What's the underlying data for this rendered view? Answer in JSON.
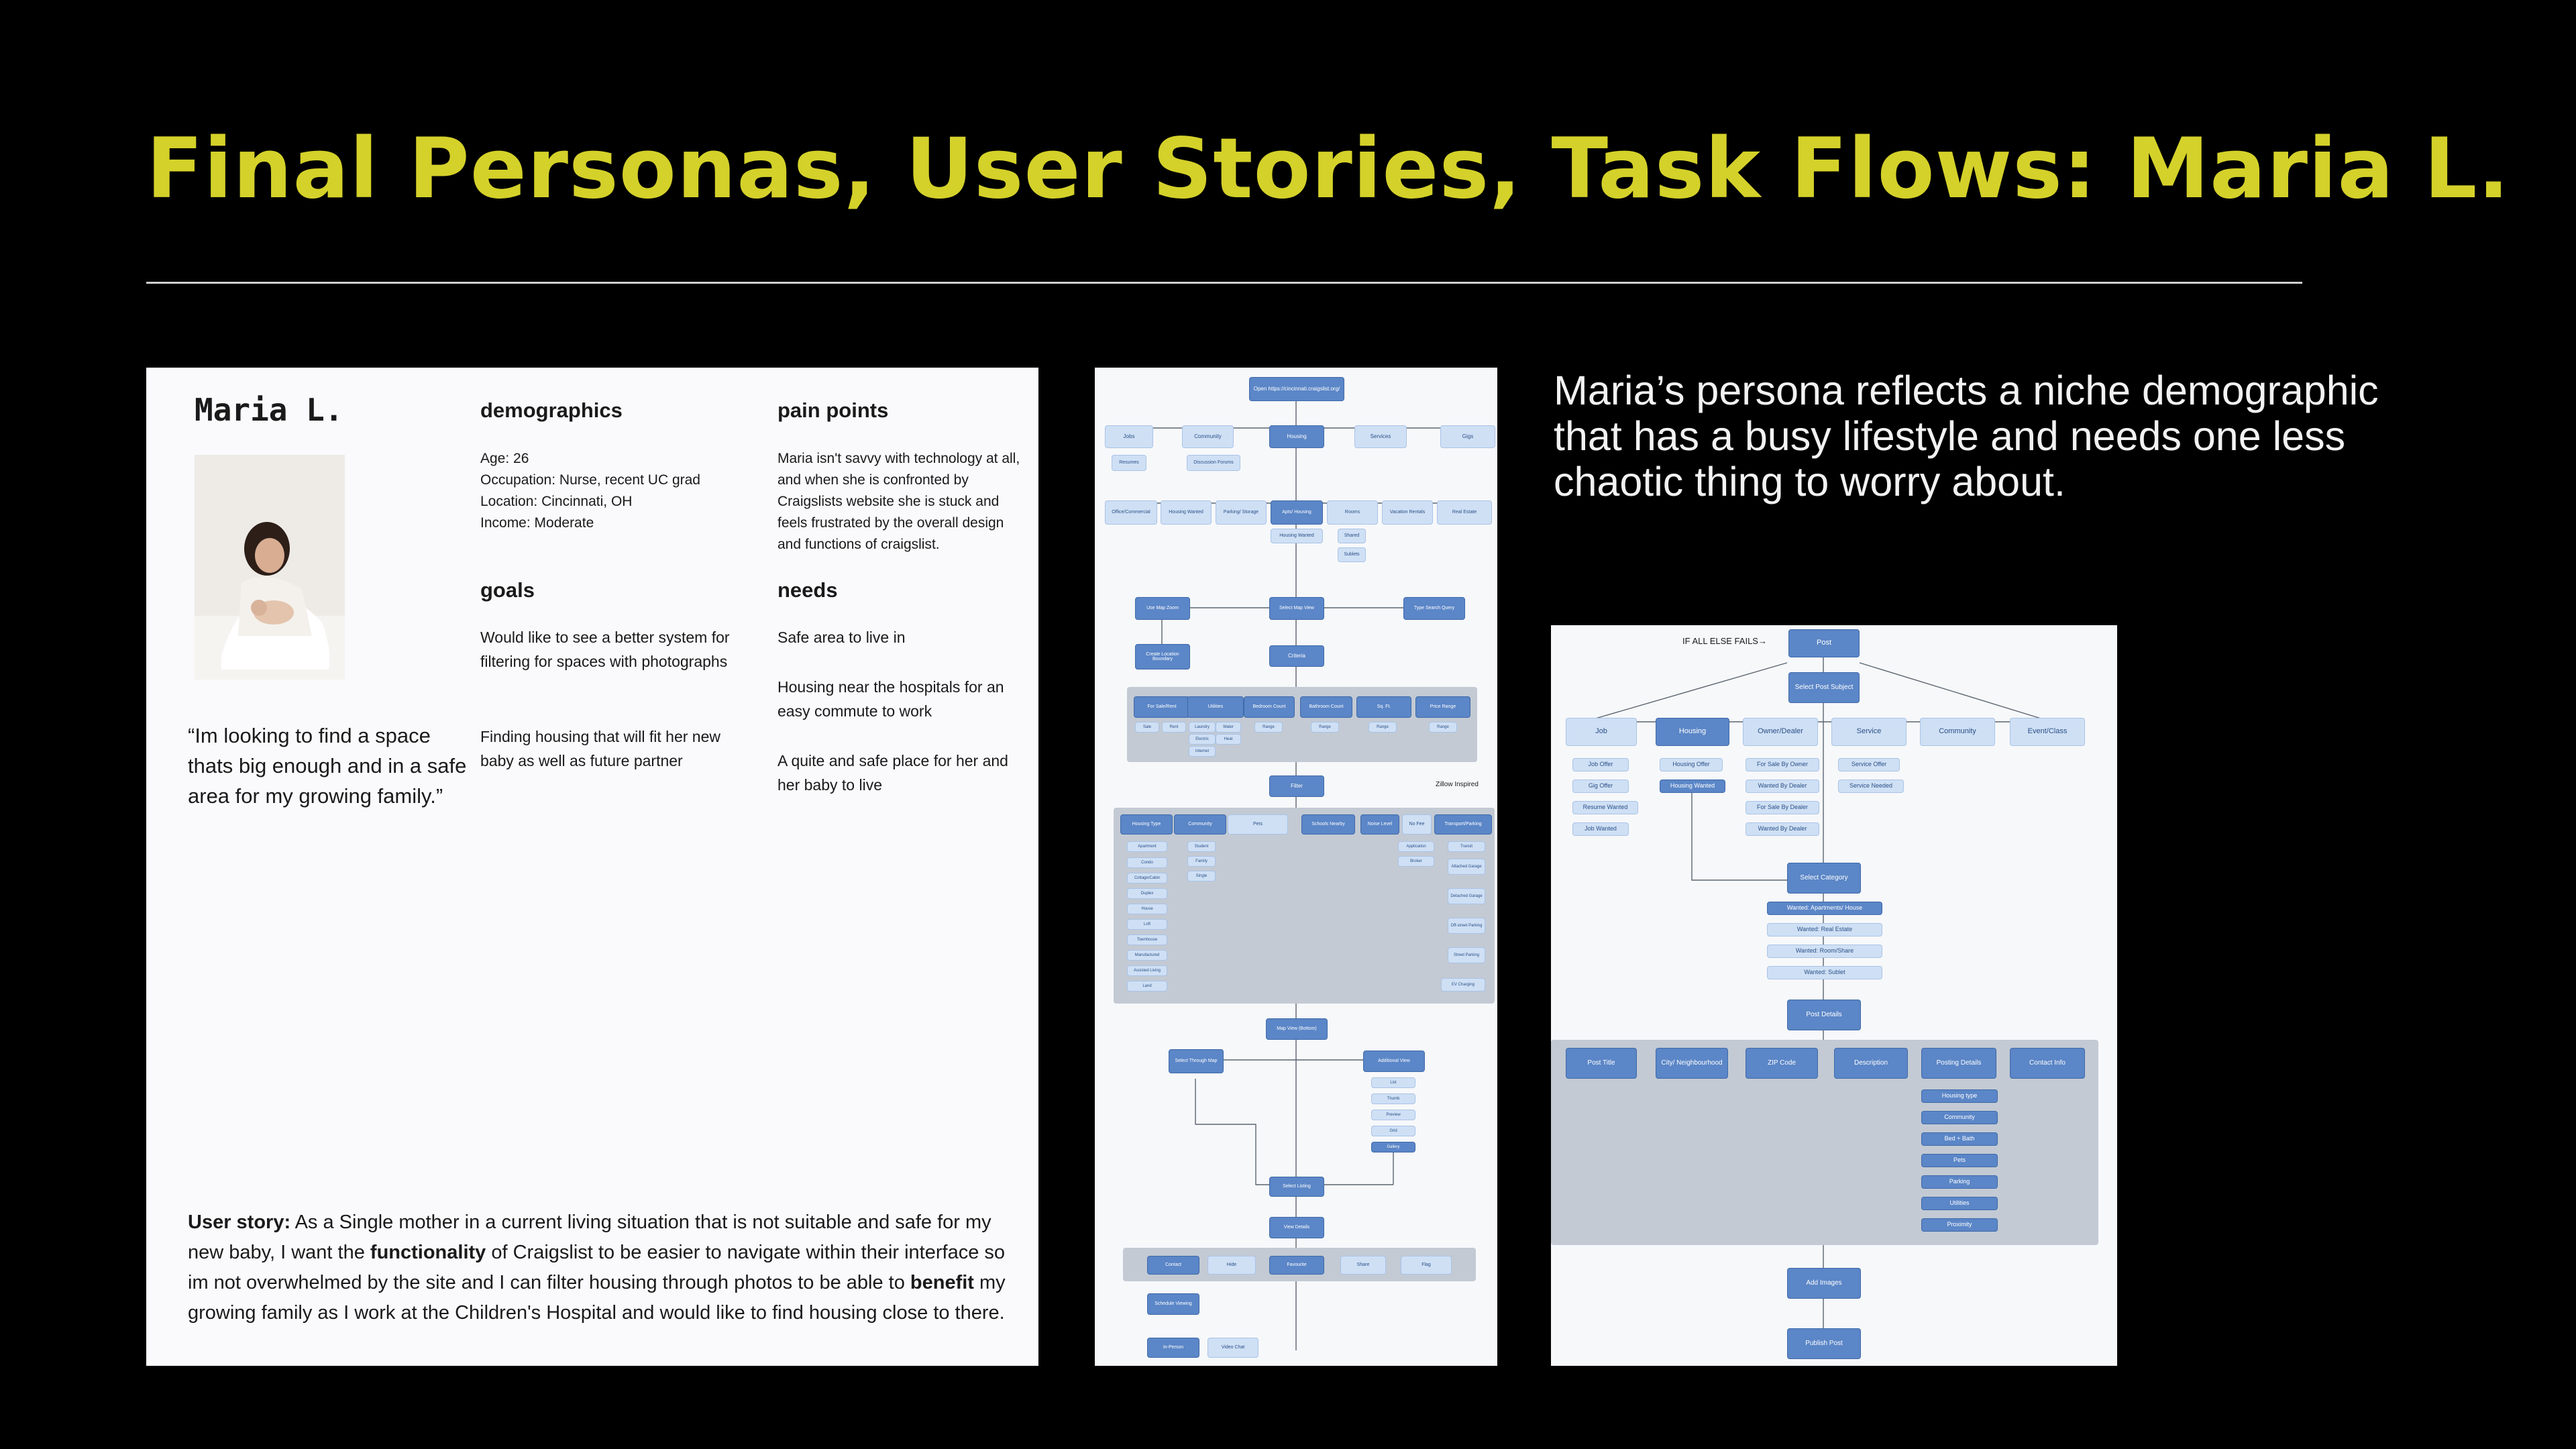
{
  "slide": {
    "title": "Final Personas, User Stories, Task Flows: Maria L.",
    "description": "Maria’s persona reflects a niche demographic that has a busy lifestyle and needs one less chaotic thing to worry about."
  },
  "persona": {
    "name": "Maria L.",
    "demographics_title": "demographics",
    "demographics": [
      "Age: 26",
      "Occupation: Nurse, recent UC grad",
      "Location: Cincinnati, OH",
      "Income: Moderate"
    ],
    "pain_points_title": "pain points",
    "pain_points": "Maria isn't savvy with technology at all, and when she is confronted by Craigslists website she is stuck and feels frustrated by the overall design and functions of craigslist.",
    "goals_title": "goals",
    "goals": [
      "Would like to see a better system for filtering for spaces with photographs",
      "Finding housing that will fit her new baby as well as future partner"
    ],
    "needs_title": "needs",
    "needs": [
      "Safe area to live in",
      "Housing near the hospitals for an easy commute to work",
      "A quite and safe place for her and her baby to live"
    ],
    "quote": "“Im looking to find a space thats big enough and  in a safe area for my growing family.”",
    "user_story": {
      "label": "User story:",
      "p1": " As a Single mother in a current living situation that is not suitable and safe for my new baby, I want the ",
      "b1": "functionality",
      "p2": " of Craigslist  to be easier to navigate within their interface so im not overwhelmed by the site and I can filter housing through photos to be able to ",
      "b2": "benefit",
      "p3": " my growing family as I work at the Children's Hospital and would like to find housing close to there."
    }
  },
  "flow_search": {
    "start": "Open https://cincinnati.craigslist.org/",
    "categories": [
      "Jobs",
      "Community",
      "Housing",
      "Services",
      "Gigs"
    ],
    "jobs_sub": "Resumes",
    "community_sub": "Discussion Forums",
    "housing_types": [
      "Office/Commercial",
      "Housing Wanted",
      "Parking/ Storage",
      "Apts/ Housing",
      "Rooms",
      "Vacation Rentals",
      "Real Estate"
    ],
    "housing_sub": [
      "Housing Wanted",
      "Shared",
      "Sublets"
    ],
    "map_row": [
      "Use Map Zoom",
      "Select Map View",
      "Type Search Query"
    ],
    "create_location": "Create Location Boundary",
    "criteria": "Criteria",
    "criteria_items": [
      "For Sale/Rent",
      "Utilities",
      "Bedroom Count",
      "Bathroom Count",
      "Sq. Ft.",
      "Price Range"
    ],
    "criteria_sub": [
      "Sale",
      "Rent",
      "Laundry",
      "Electric",
      "Water",
      "Heat",
      "Internet",
      "Range",
      "Range",
      "Range",
      "Range"
    ],
    "filter": "Filter",
    "zillow_note": "Zillow Inspired",
    "filter_items": [
      "Housing Type",
      "Community",
      "Pets",
      "Schools Nearby",
      "Noise Level",
      "No Fee",
      "Transport/Parking"
    ],
    "housing_type_list": [
      "Apartment",
      "Condo",
      "Cottage/Cabin",
      "Duplex",
      "House",
      "Loft",
      "Townhouse",
      "Manufactured",
      "Assisted Living",
      "Land"
    ],
    "community_list": [
      "Student",
      "Family",
      "Single"
    ],
    "fee_list": [
      "Application",
      "Broker"
    ],
    "transport_list": [
      "Transit",
      "Attached Garage",
      "Detached Garage",
      "Off-street Parking",
      "Street Parking",
      "EV Charging"
    ],
    "map_view": "Map View (Bottom)",
    "select_through_map": "Select Through Map",
    "additional_view": "Additional View",
    "view_options": [
      "List",
      "Thumb",
      "Preview",
      "Grid",
      "Gallery"
    ],
    "select_listing": "Select Listing",
    "view_details": "View Details",
    "actions": [
      "Contact",
      "Hide",
      "Favourite",
      "Share",
      "Flag"
    ],
    "schedule": "Schedule Viewing",
    "viewing_types": [
      "In-Person",
      "Video Chat"
    ]
  },
  "flow_post": {
    "fallback_note": "IF ALL ELSE FAILS→",
    "post": "Post",
    "select_subject": "Select Post Subject",
    "subjects": [
      "Job",
      "Housing",
      "Owner/Dealer",
      "Service",
      "Community",
      "Event/Class"
    ],
    "job_sub": [
      "Job Offer",
      "Gig Offer",
      "Resume Wanted",
      "Job Wanted"
    ],
    "housing_sub": [
      "Housing Offer",
      "Housing Wanted"
    ],
    "owner_sub": [
      "For Sale By Owner",
      "Wanted By Dealer",
      "For Sale By Dealer",
      "Wanted By Dealer"
    ],
    "service_sub": [
      "Service Offer",
      "Service Needed"
    ],
    "select_category": "Select Category",
    "categories": [
      "Wanted: Apartments/ House",
      "Wanted: Real Estate",
      "Wanted: Room/Share",
      "Wanted: Sublet"
    ],
    "post_details": "Post Details",
    "details": [
      "Post Title",
      "City/ Neighbourhood",
      "ZIP Code",
      "Description",
      "Posting Details",
      "Contact Info"
    ],
    "posting_sub": [
      "Housing type",
      "Community",
      "Bed + Bath",
      "Pets",
      "Parking",
      "Utilities",
      "Proximity"
    ],
    "add_images": "Add Images",
    "publish": "Publish Post"
  }
}
